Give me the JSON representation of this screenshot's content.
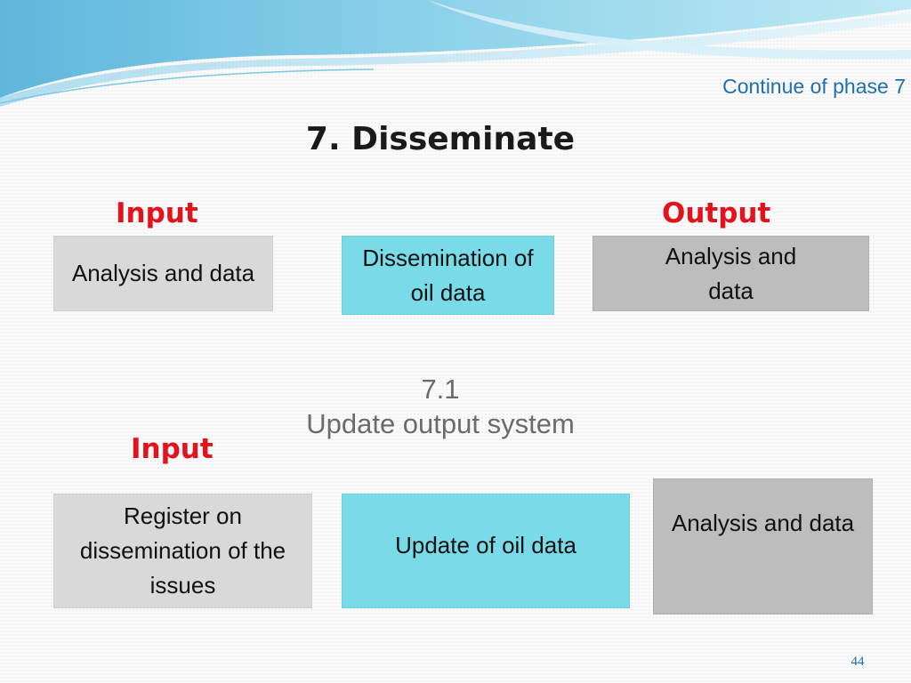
{
  "header": {
    "phase_note": "Continue of phase 7",
    "title": "7. Disseminate"
  },
  "top_row": {
    "input_label": "Input",
    "output_label": "Output",
    "input_box": "Analysis and data",
    "process_box": "Dissemination of oil data",
    "output_box": "Analysis and data"
  },
  "subphase": {
    "number": "7.1",
    "name": "Update output system"
  },
  "bottom_row": {
    "input_label": "Input",
    "input_box": "Register on dissemination of the issues",
    "process_box": "Update of oil data",
    "output_box": "Analysis and data"
  },
  "footer": {
    "page_number": "44"
  },
  "colors": {
    "label_red": "#e3131e",
    "accent_blue": "#1f6fb2",
    "box_cyan": "#7adbe8",
    "box_light_gray": "#d9d9d9",
    "box_dark_gray": "#bdbdbd"
  }
}
